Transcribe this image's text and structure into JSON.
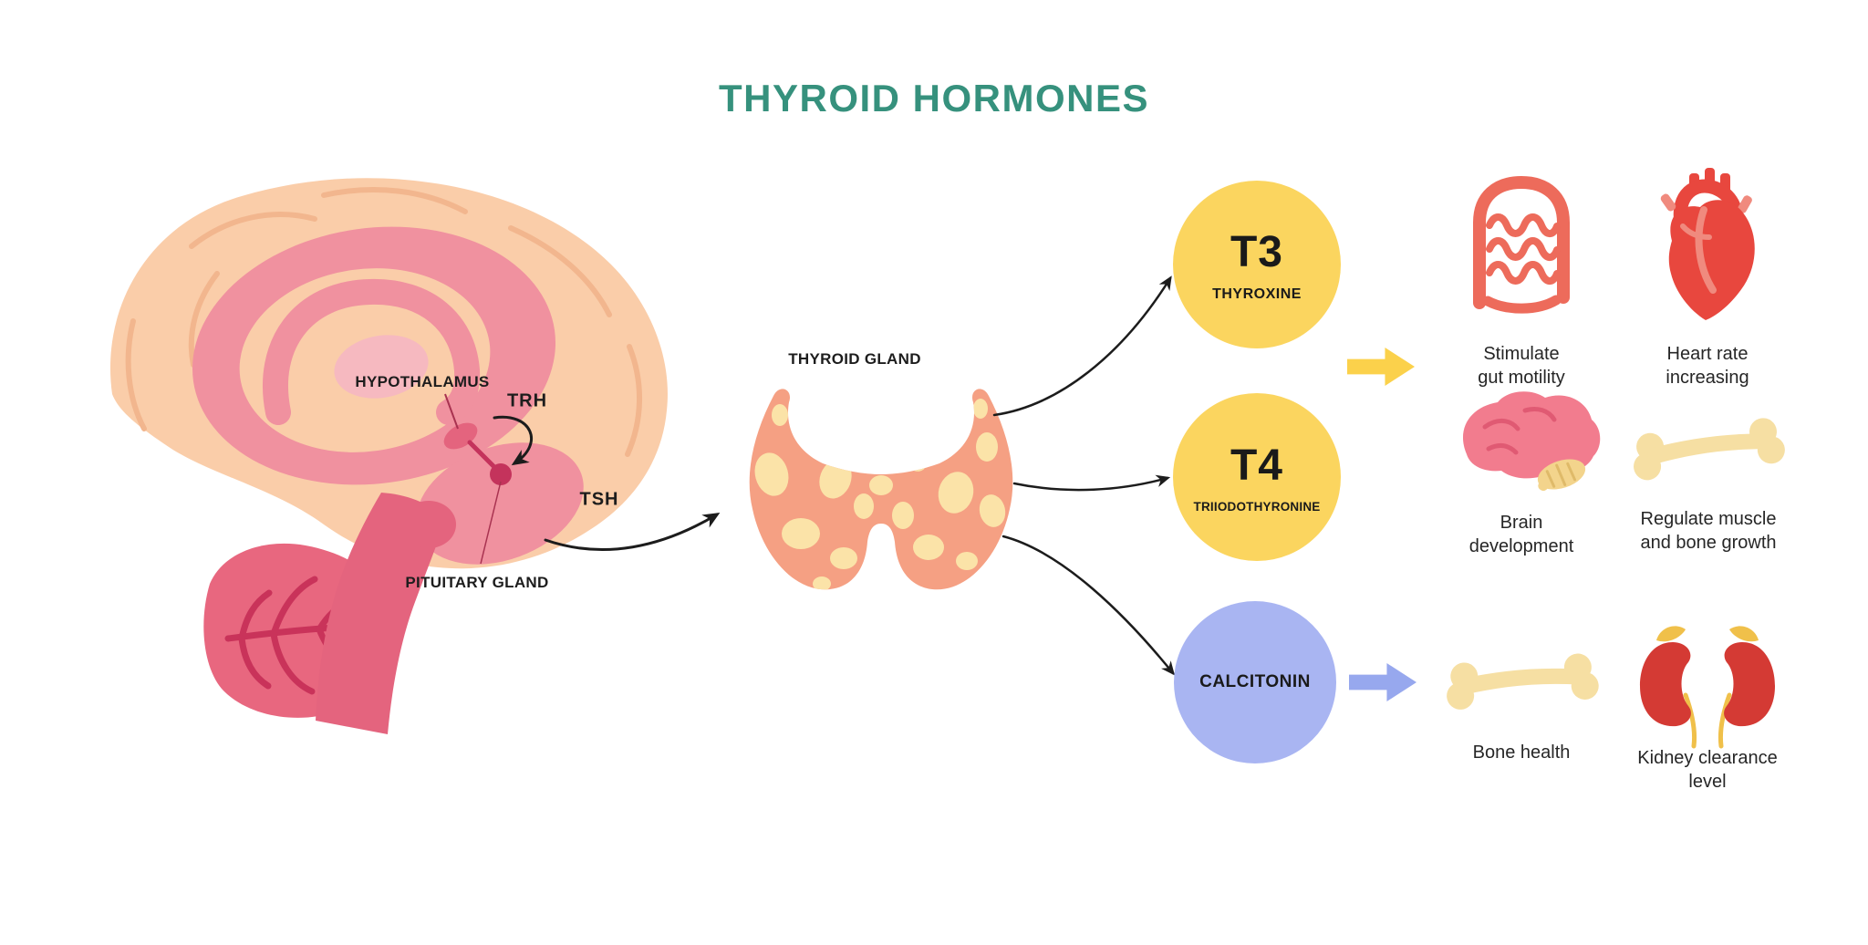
{
  "title": "THYROID HORMONES",
  "brain_labels": {
    "hypothalamus": "HYPOTHALAMUS",
    "trh": "TRH",
    "tsh": "TSH",
    "pituitary": "PITUITARY GLAND"
  },
  "thyroid_label": "THYROID GLAND",
  "hormones": [
    {
      "abbr": "T3",
      "name": "THYROXINE",
      "color": "#FBD55F"
    },
    {
      "abbr": "T4",
      "name": "TRIIODOTHYRONINE",
      "color": "#FBD55F"
    },
    {
      "abbr": "",
      "name": "CALCITONIN",
      "color": "#A9B5F2"
    }
  ],
  "effects": [
    {
      "icon": "intestine-icon",
      "label": "Stimulate\ngut motility"
    },
    {
      "icon": "heart-icon",
      "label": "Heart rate\nincreasing"
    },
    {
      "icon": "brain-icon",
      "label": "Brain\ndevelopment"
    },
    {
      "icon": "bone-icon",
      "label": "Regulate muscle\nand bone growth"
    },
    {
      "icon": "bone-icon",
      "label": "Bone health"
    },
    {
      "icon": "kidneys-icon",
      "label": "Kidney clearance\nlevel"
    }
  ],
  "colors": {
    "title_teal": "#36917D",
    "hormone_yellow": "#FBD55F",
    "hormone_purple": "#A9B5F2",
    "block_arrow_yellow": "#FBD14B",
    "block_arrow_purple": "#97A8EE"
  }
}
